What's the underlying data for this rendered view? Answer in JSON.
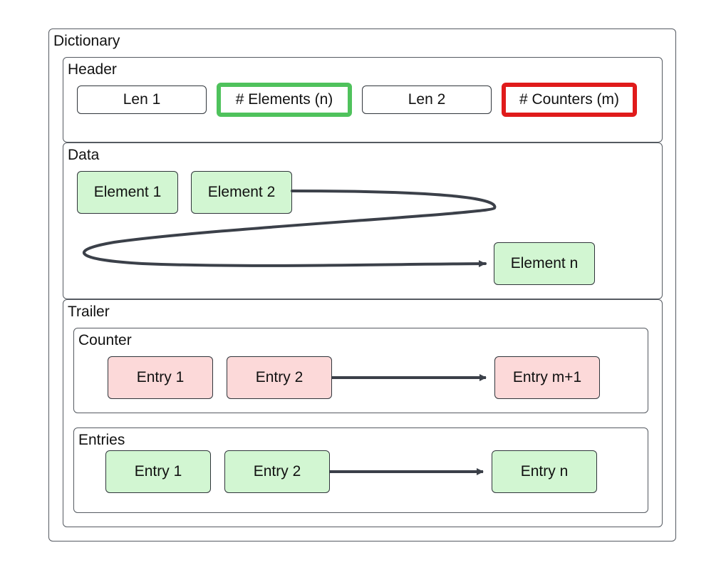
{
  "dictionary": {
    "label": "Dictionary"
  },
  "header": {
    "label": "Header",
    "fields": [
      "Len 1",
      "# Elements (n)",
      "Len 2",
      "# Counters (m)"
    ]
  },
  "data": {
    "label": "Data",
    "element_1": "Element 1",
    "element_2": "Element 2",
    "element_n": "Element n"
  },
  "trailer": {
    "label": "Trailer",
    "counter": {
      "label": "Counter",
      "entry_1": "Entry 1",
      "entry_2": "Entry 2",
      "entry_last": "Entry m+1"
    },
    "entries": {
      "label": "Entries",
      "entry_1": "Entry 1",
      "entry_2": "Entry 2",
      "entry_last": "Entry n"
    }
  },
  "colors": {
    "element_fill": "#d2f6d2",
    "counter_fill": "#fcd9d9",
    "elements_count_outline": "#4fc25c",
    "counters_count_outline": "#e01b1b",
    "stroke": "#30353b"
  }
}
